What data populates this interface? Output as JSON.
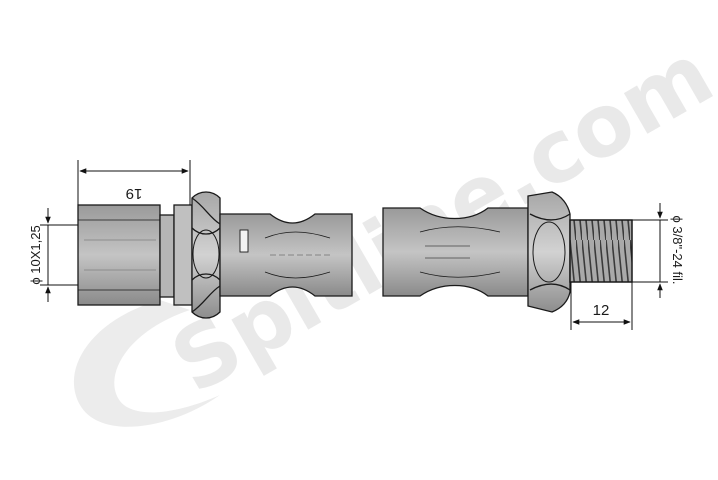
{
  "watermark": {
    "text": "Spitline.com"
  },
  "dimensions": {
    "left_length": "19",
    "left_thread": "ϕ 10X1,25",
    "right_length": "12",
    "right_thread": "ϕ 3/8\"-24 fil."
  }
}
